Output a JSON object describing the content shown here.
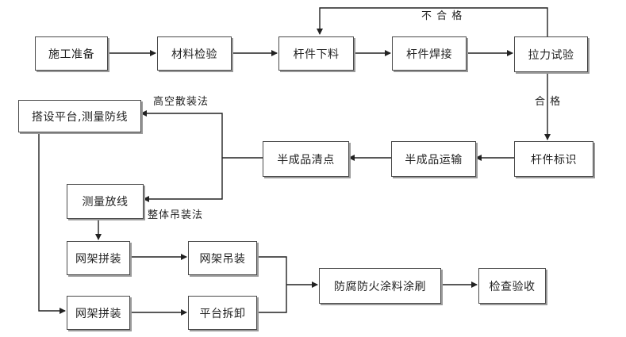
{
  "diagram": {
    "nodes": {
      "prep": "施工准备",
      "material_check": "材料检验",
      "cut": "杆件下料",
      "weld": "杆件焊接",
      "tensile_test": "拉力试验",
      "mark": "杆件标识",
      "transport": "半成品运输",
      "inventory": "半成品清点",
      "platform": "搭设平台,测量防线",
      "survey": "测量放线",
      "assemble_top": "网架拼装",
      "assemble_bottom": "网架拼装",
      "lift": "网架吊装",
      "dismantle": "平台拆卸",
      "coating": "防腐防火涂料涂刷",
      "acceptance": "检查验收"
    },
    "labels": {
      "unqualified": "不 合 格",
      "qualified": "合 格",
      "high_altitude": "高空散装法",
      "whole_lift": "整体吊装法"
    }
  }
}
